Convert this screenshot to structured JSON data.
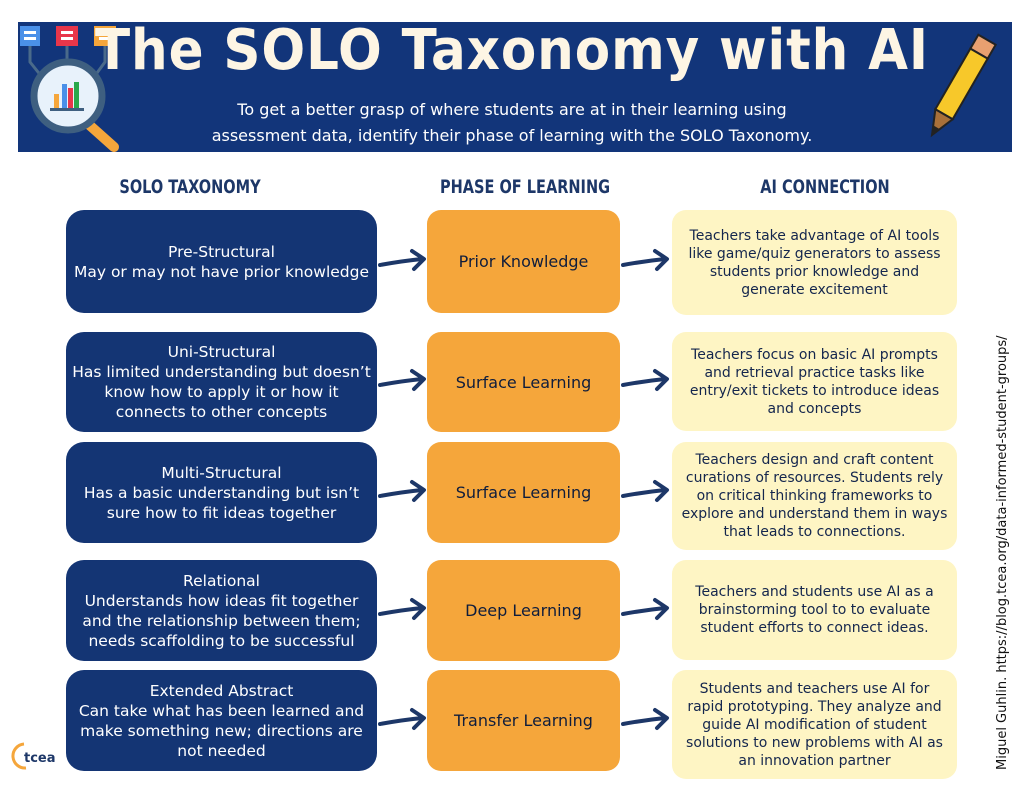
{
  "header": {
    "title": "The SOLO Taxonomy with AI",
    "subtitle_line1": "To get a better grasp of where students are at in their learning using",
    "subtitle_line2": "assessment data, identify their phase of learning with the SOLO Taxonomy."
  },
  "columns": {
    "solo": "SOLO TAXONOMY",
    "phase": "PHASE OF LEARNING",
    "ai": "AI CONNECTION"
  },
  "rows": [
    {
      "level": "Pre-Structural",
      "desc": "May or may not have prior knowledge",
      "phase": "Prior Knowledge",
      "ai": "Teachers take advantage of AI tools like game/quiz generators to assess students prior knowledge and generate excitement"
    },
    {
      "level": "Uni-Structural",
      "desc": "Has limited understanding but doesn’t know how to apply it or how it connects to other concepts",
      "phase": "Surface Learning",
      "ai": "Teachers focus on basic AI prompts and retrieval practice tasks like entry/exit tickets to introduce ideas and concepts"
    },
    {
      "level": "Multi-Structural",
      "desc": "Has a basic understanding but isn’t sure how to fit ideas together",
      "phase": "Surface Learning",
      "ai": "Teachers design and craft content curations of resources. Students rely on critical thinking frameworks to explore and understand them in ways that leads to connections."
    },
    {
      "level": "Relational",
      "desc": "Understands how ideas fit together and the relationship between them; needs scaffolding to be successful",
      "phase": "Deep Learning",
      "ai": "Teachers and students use AI as a brainstorming tool to to evaluate student efforts to connect ideas."
    },
    {
      "level": "Extended Abstract",
      "desc": "Can take what has been learned and make something new; directions are not needed",
      "phase": "Transfer Learning",
      "ai": "Students and teachers use AI for rapid prototyping. They analyze and guide AI modification of student solutions to new problems with AI as an innovation partner"
    }
  ],
  "credit": "Miguel Guhlin. https://blog.tcea.org/data-informed-student-groups/",
  "logo": "tcea",
  "colors": {
    "navy": "#143574",
    "orange": "#f5a63b",
    "yellow": "#fef5c4"
  }
}
